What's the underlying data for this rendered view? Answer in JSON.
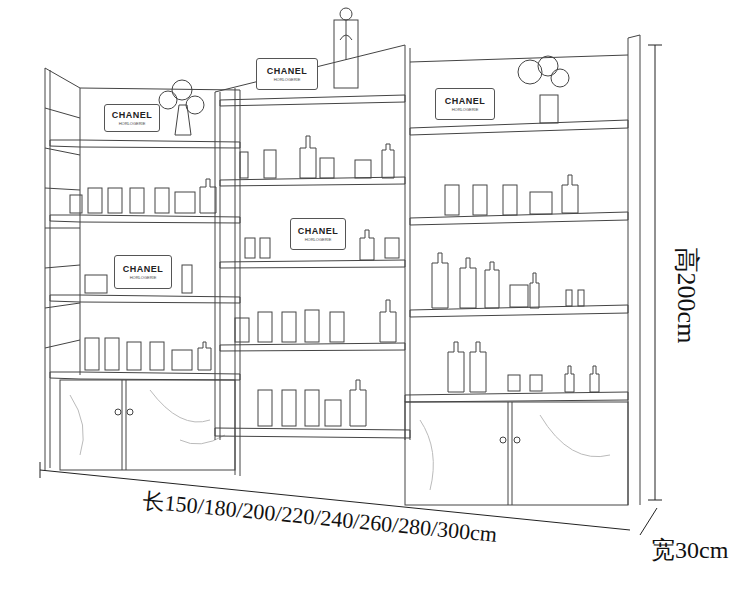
{
  "diagram": {
    "nodes": [
      {
        "text": [
          "CHANEL",
          "HORLOGERIE"
        ]
      },
      {
        "text": [
          "CHANEL",
          "HORLOGERIE"
        ]
      },
      {
        "text": [
          "CHANEL",
          "HORLOGERIE"
        ]
      },
      {
        "text": [
          "CHANEL",
          "HORLOGERIE"
        ]
      },
      {
        "text": [
          "CHANEL",
          "HORLOGERIE"
        ]
      }
    ],
    "labels": [
      "高200cm",
      "长150/180/200/220/240/260/280/300cm",
      "宽30cm"
    ]
  }
}
